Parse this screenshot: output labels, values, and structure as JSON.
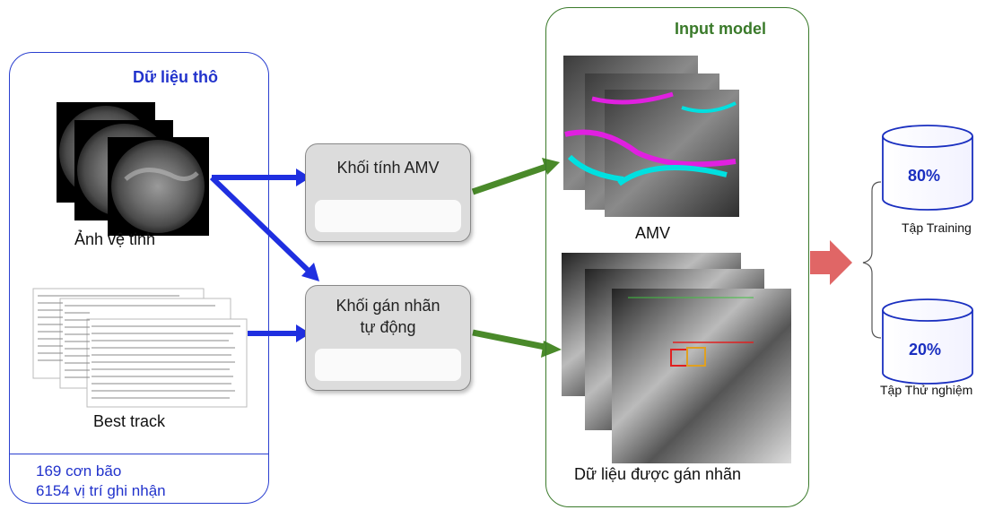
{
  "raw_data": {
    "title": "Dữ liệu thô",
    "satellite_label": "Ảnh vệ tinh",
    "besttrack_label": "Best track",
    "storms": "169 cơn bão",
    "positions": "6154 vị trí ghi nhận"
  },
  "blocks": {
    "amv_block": "Khối tính AMV",
    "label_block_line1": "Khối gán nhãn",
    "label_block_line2": "tự động"
  },
  "input_model": {
    "title": "Input model",
    "amv_label": "AMV",
    "labeled_label": "Dữ liệu được gán nhãn"
  },
  "split": {
    "training_pct": "80%",
    "training_label": "Tập Training",
    "test_pct": "20%",
    "test_label": "Tập Thử nghiệm"
  },
  "colors": {
    "blue": "#2233cc",
    "green": "#3a7a2a",
    "arrow_red": "#e06666"
  }
}
